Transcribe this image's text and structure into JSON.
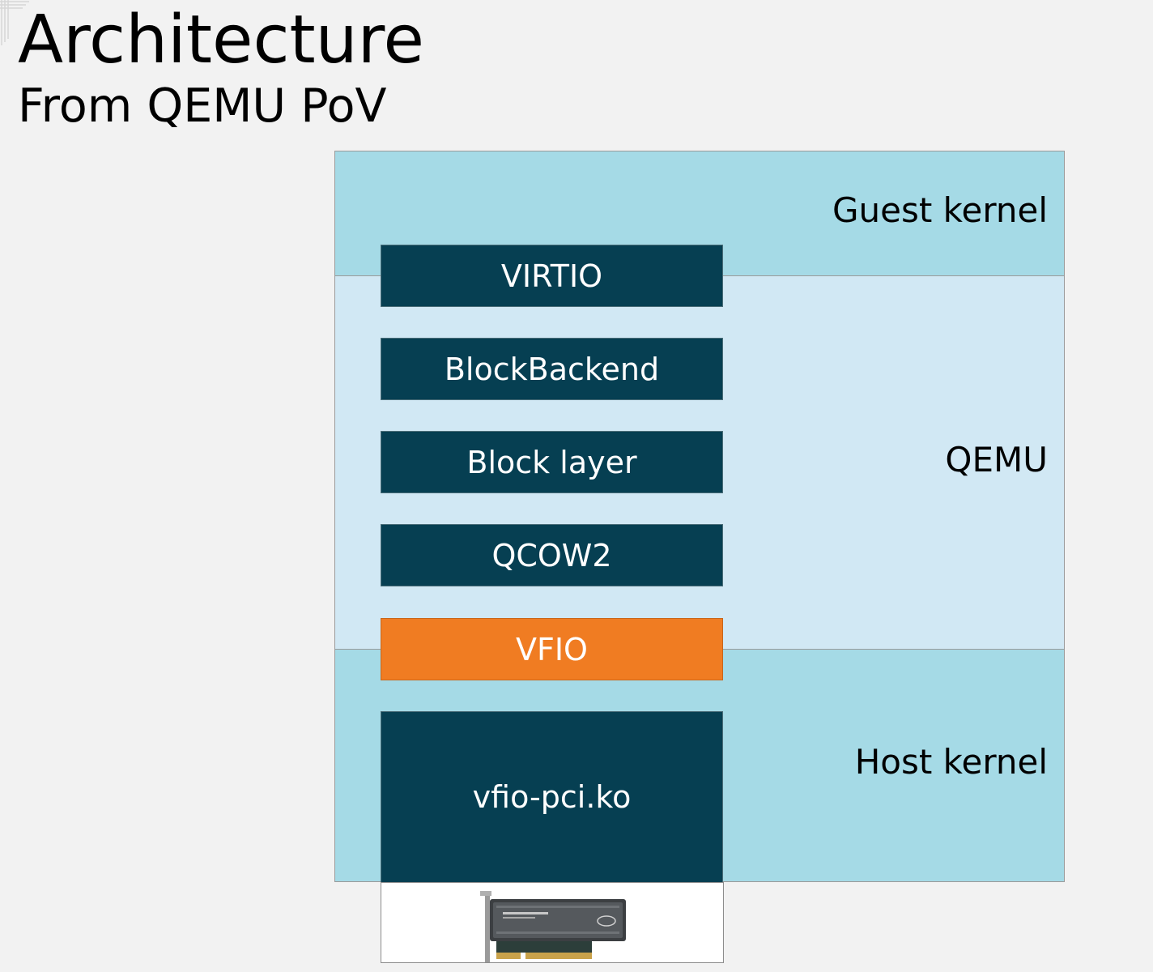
{
  "slide": {
    "title": "Architecture",
    "subtitle": "From QEMU PoV"
  },
  "layers": {
    "guest": "Guest kernel",
    "qemu": "QEMU",
    "host": "Host kernel"
  },
  "blocks": {
    "virtio": "VIRTIO",
    "block_backend": "BlockBackend",
    "block_layer": "Block layer",
    "qcow2": "QCOW2",
    "vfio": "VFIO",
    "vfio_pci": "vfio-pci.ko"
  },
  "colors": {
    "background": "#f2f2f2",
    "kernel_layer": "#a5dae6",
    "qemu_layer": "#d1e8f4",
    "block_dark": "#063f52",
    "block_highlight": "#f07c22"
  },
  "hardware": {
    "icon": "nvme-ssd-card-icon"
  }
}
